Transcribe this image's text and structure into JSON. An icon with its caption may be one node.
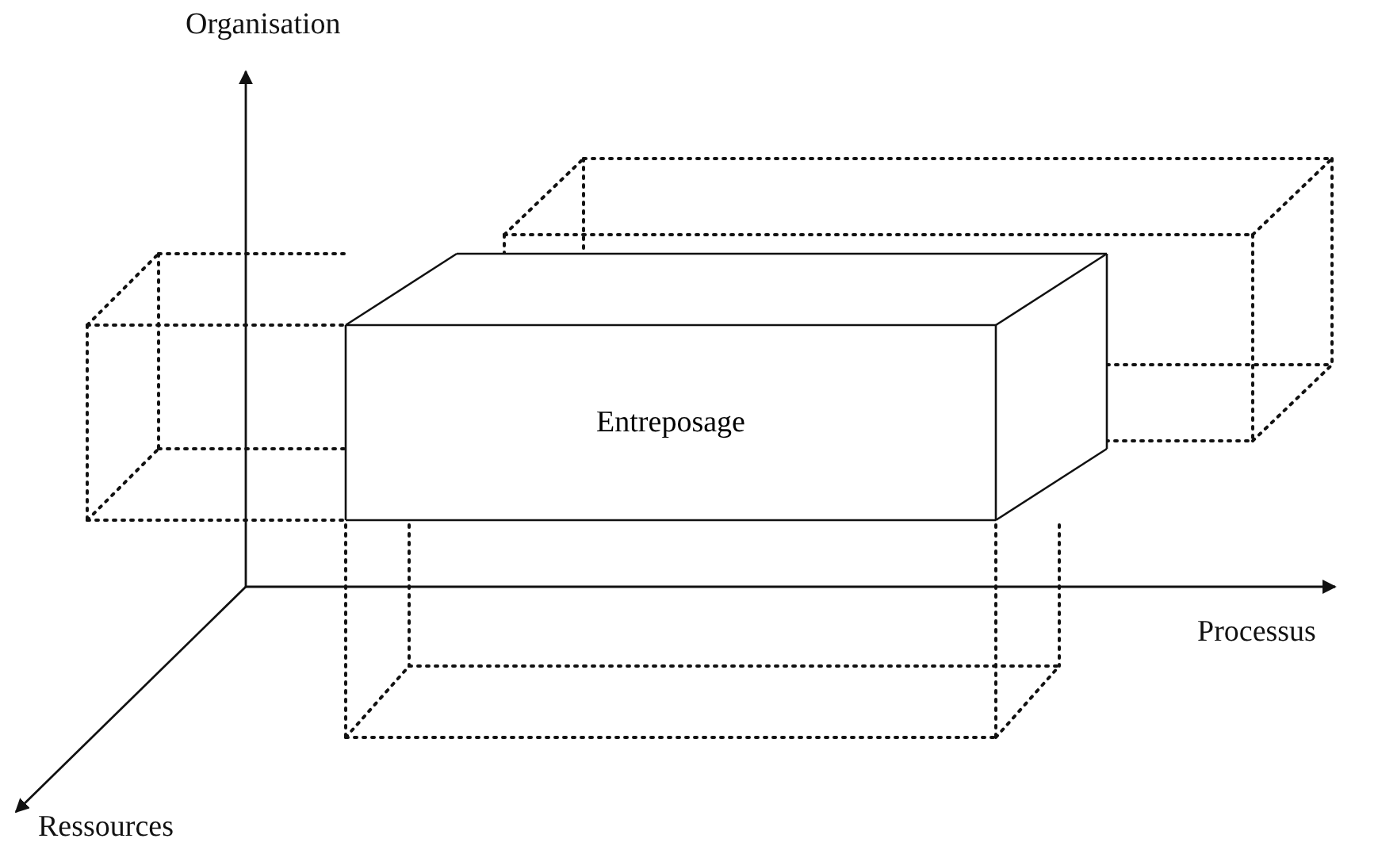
{
  "diagram": {
    "nodes": [
      {
        "text": [],
        "shape": "box"
      },
      {
        "text": [],
        "shape": "box"
      },
      {
        "text": [
          "Entreposage"
        ]
      },
      {
        "text": [],
        "shape": "box"
      }
    ],
    "labels": [
      "Organisation",
      "Processus",
      "Ressources"
    ]
  }
}
